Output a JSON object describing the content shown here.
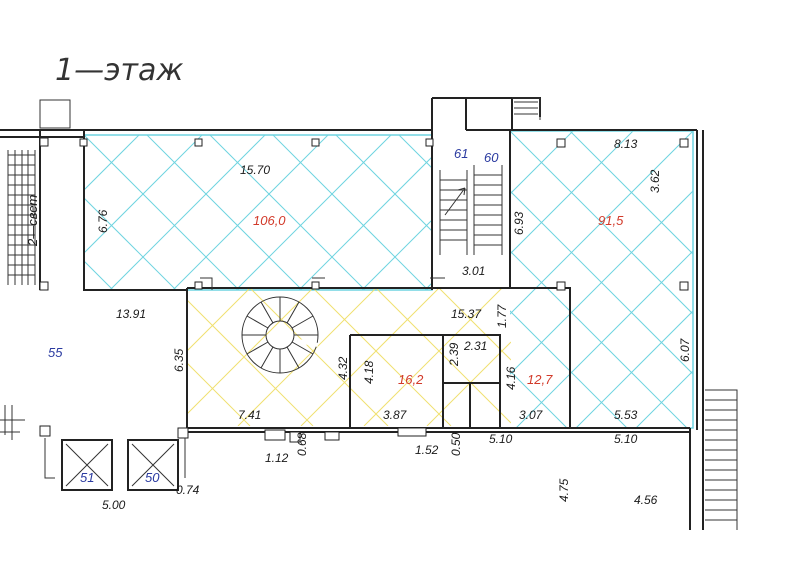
{
  "title": "1—этаж",
  "stair_label": "2—свет",
  "colors": {
    "area_red": "#d23a2a",
    "id_blue": "#2a3aa0",
    "grid_cyan": "#6fd4e0",
    "grid_yellow": "#f0e070"
  },
  "rooms": [
    {
      "key": "room_106",
      "area": "106,0"
    },
    {
      "key": "room_91",
      "area": "91,5"
    },
    {
      "key": "room_16",
      "area": "16,2"
    },
    {
      "key": "room_12",
      "area": "12,7"
    }
  ],
  "ids": {
    "r61": "61",
    "r60": "60",
    "r55": "55",
    "r51": "51",
    "r50": "50"
  },
  "dims": {
    "d1570": "15.70",
    "d676": "6.76",
    "d813": "8.13",
    "d362": "3.62",
    "d693": "6.93",
    "d301": "3.01",
    "d1391": "13.91",
    "d1537": "15.37",
    "d177": "1.77",
    "d635": "6.35",
    "d432": "4.32",
    "d418": "4.18",
    "d239": "2.39",
    "d231": "2.31",
    "d416": "4.16",
    "d607": "6.07",
    "d741": "7.41",
    "d387": "3.87",
    "d307": "3.07",
    "d553": "5.53",
    "d510a": "5.10",
    "d510b": "5.10",
    "d050": "0.50",
    "d152": "1.52",
    "d112": "1.12",
    "d068": "0.68",
    "d475": "4.75",
    "d456": "4.56",
    "d500": "5.00",
    "d074": "0.74"
  }
}
